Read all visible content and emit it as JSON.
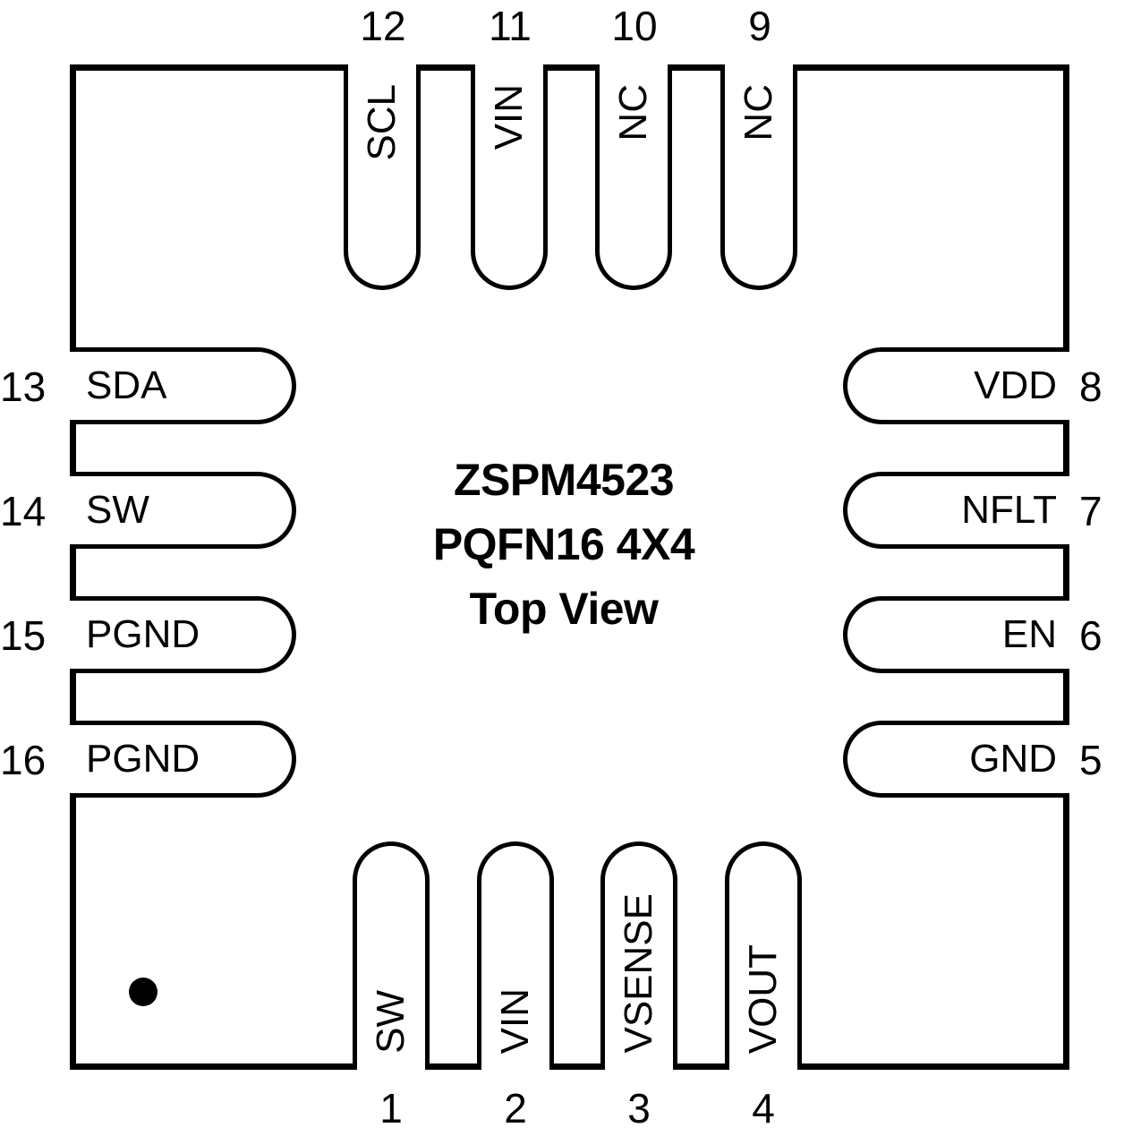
{
  "package": {
    "marking_line1": "ZSPM4523",
    "marking_line2": "PQFN16 4X4",
    "marking_line3": "Top View",
    "outline_color": "#000000",
    "fill_color": "#ffffff",
    "pin1_dot_color": "#000000"
  },
  "pins": {
    "top": [
      {
        "number": "12",
        "name": "SCL"
      },
      {
        "number": "11",
        "name": "VIN"
      },
      {
        "number": "10",
        "name": "NC"
      },
      {
        "number": "9",
        "name": "NC"
      }
    ],
    "left": [
      {
        "number": "13",
        "name": "SDA"
      },
      {
        "number": "14",
        "name": "SW"
      },
      {
        "number": "15",
        "name": "PGND"
      },
      {
        "number": "16",
        "name": "PGND"
      }
    ],
    "right": [
      {
        "number": "8",
        "name": "VDD"
      },
      {
        "number": "7",
        "name": "NFLT"
      },
      {
        "number": "6",
        "name": "EN"
      },
      {
        "number": "5",
        "name": "GND"
      }
    ],
    "bottom": [
      {
        "number": "1",
        "name": "SW"
      },
      {
        "number": "2",
        "name": "VIN"
      },
      {
        "number": "3",
        "name": "VSENSE"
      },
      {
        "number": "4",
        "name": "VOUT"
      }
    ]
  }
}
